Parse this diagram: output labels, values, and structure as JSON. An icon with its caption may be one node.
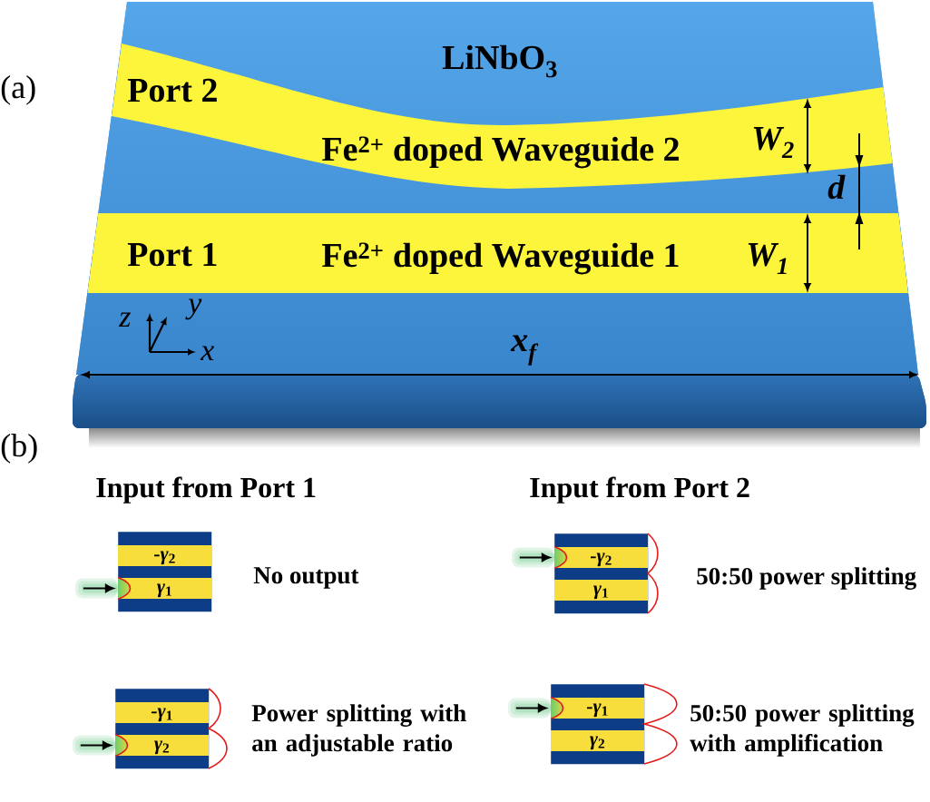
{
  "diagram": {
    "nodes": [
      {
        "text": [
          "LiNbO$_{3}$"
        ]
      },
      {
        "text": [
          "Port 2",
          "Fe$^{2+}$ doped Waveguide 2"
        ],
        "in": 0
      },
      {
        "text": [
          "Port 1",
          "Fe$^{2+}$ doped Waveguide 1"
        ],
        "in": 0
      },
      {
        "text": [],
        "shape": "box",
        "beside": [
          "No output"
        ]
      },
      {
        "text": [
          "-*γ*$_{2}$"
        ],
        "in": 3
      },
      {
        "text": [
          "*γ*$_{1}$"
        ],
        "in": 3
      },
      {
        "text": [],
        "shape": "box",
        "beside": [
          "50:50 power splitting"
        ]
      },
      {
        "text": [
          "-*γ*$_{2}$"
        ],
        "in": 6
      },
      {
        "text": [
          "*γ*$_{1}$"
        ],
        "in": 6
      },
      {
        "text": [],
        "shape": "box",
        "beside": [
          "Power splitting with an adjustable ratio"
        ]
      },
      {
        "text": [
          "-*γ*$_{1}$"
        ],
        "in": 9
      },
      {
        "text": [
          "*γ*$_{2}$"
        ],
        "in": 9
      },
      {
        "text": [],
        "shape": "box",
        "beside": [
          "50:50 power splitting with amplification"
        ]
      },
      {
        "text": [
          "-*γ*$_{1}$"
        ],
        "in": 12
      },
      {
        "text": [
          "*γ*$_{2}$"
        ],
        "in": 12
      }
    ],
    "edges": [
      {
        "from": null,
        "to": 5,
        "arrow": "to"
      },
      {
        "from": null,
        "to": 7,
        "arrow": "to"
      },
      {
        "from": null,
        "to": 11,
        "arrow": "to"
      },
      {
        "from": null,
        "to": 13,
        "arrow": "to"
      }
    ],
    "labels": [
      "(a)",
      "W$_{2}$",
      "d",
      "W$_{1}$",
      "z",
      "y",
      "x",
      "x$_{f}$",
      "(b)",
      "Input from Port 1",
      "Input from Port 2"
    ]
  }
}
